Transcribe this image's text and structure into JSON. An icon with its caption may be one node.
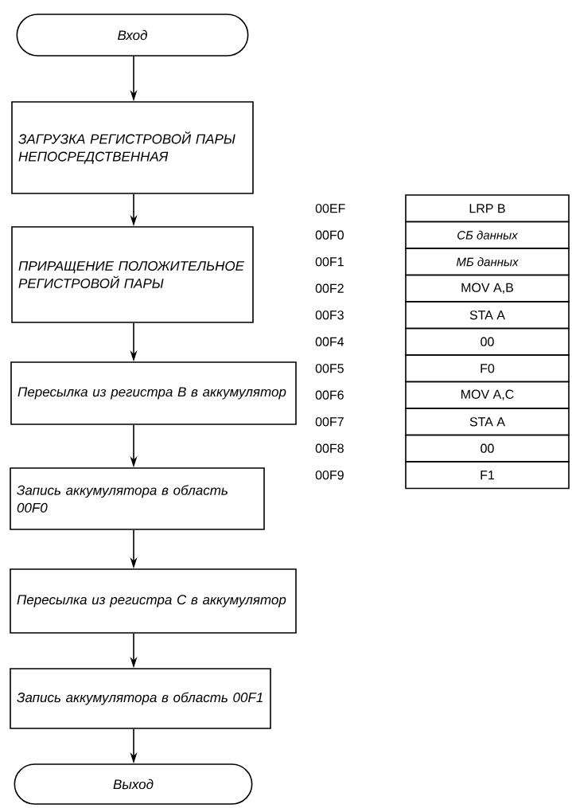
{
  "diagram": {
    "nodes": [
      {
        "text": [
          "Вход"
        ]
      },
      {
        "text": [
          "ЗАГРУЗКА РЕГИСТРОВОЙ ПАРЫ НЕПОСРЕДСТВЕННАЯ"
        ]
      },
      {
        "text": [
          "ПРИРАЩЕНИЕ ПОЛОЖИТЕЛЬНОЕ РЕГИСТРОВОЙ ПАРЫ"
        ]
      },
      {
        "text": [
          "Пересылка из регистра B в аккумулятор"
        ]
      },
      {
        "text": [
          "Запись аккумулятора в область 00F0"
        ]
      },
      {
        "text": [
          "Пересылка из регистра C в аккумулятор"
        ]
      },
      {
        "text": [
          "Запись аккумулятора в область 00F1"
        ]
      },
      {
        "text": [
          "Выход"
        ]
      }
    ],
    "edges": [
      {
        "from": 0,
        "to": 1,
        "arrow": "to"
      },
      {
        "from": 1,
        "to": 2,
        "arrow": "to"
      },
      {
        "from": 2,
        "to": 3,
        "arrow": "to"
      },
      {
        "from": 3,
        "to": 4,
        "arrow": "to"
      },
      {
        "from": 4,
        "to": 5,
        "arrow": "to"
      },
      {
        "from": 5,
        "to": 6,
        "arrow": "to"
      },
      {
        "from": 6,
        "to": 7,
        "arrow": "to"
      }
    ],
    "labels": [
      "00EF",
      "LRP B",
      "00F0",
      "СБ данных",
      "00F1",
      "МБ данных",
      "00F2",
      "MOV A,B",
      "00F3",
      "STA A",
      "00F4",
      "00",
      "00F5",
      "F0",
      "00F6",
      "MOV A,C",
      "00F7",
      "STA A",
      "00F8",
      "00",
      "00F9",
      "F1"
    ]
  }
}
